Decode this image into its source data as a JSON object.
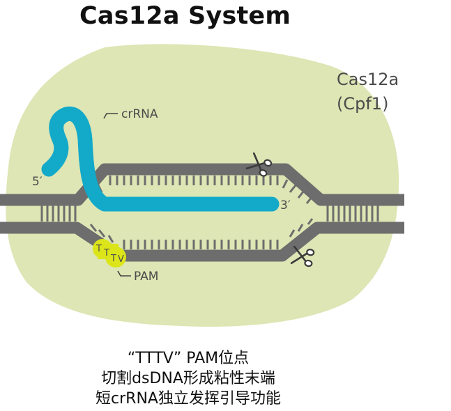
{
  "title": "Cas12a System",
  "labels": {
    "enzyme_line1": "Cas12a",
    "enzyme_line2": "(Cpf1)",
    "crrna": "crRNA",
    "five_prime": "5′",
    "three_prime": "3′",
    "pam": "PAM",
    "pam_letters": [
      "T",
      "T",
      "T",
      "V"
    ]
  },
  "icons": [
    "scissors-icon"
  ],
  "colors": {
    "enzyme_blob": "#dde6b4",
    "dna_strand": "#6d6d6d",
    "crrna": "#13a9c9",
    "pam_highlight": "#dbe51a"
  },
  "caption": {
    "line1": "“TTTV” PAM位点",
    "line2": "切割dsDNA形成粘性末端",
    "line3": "短crRNA独立发挥引导功能"
  }
}
